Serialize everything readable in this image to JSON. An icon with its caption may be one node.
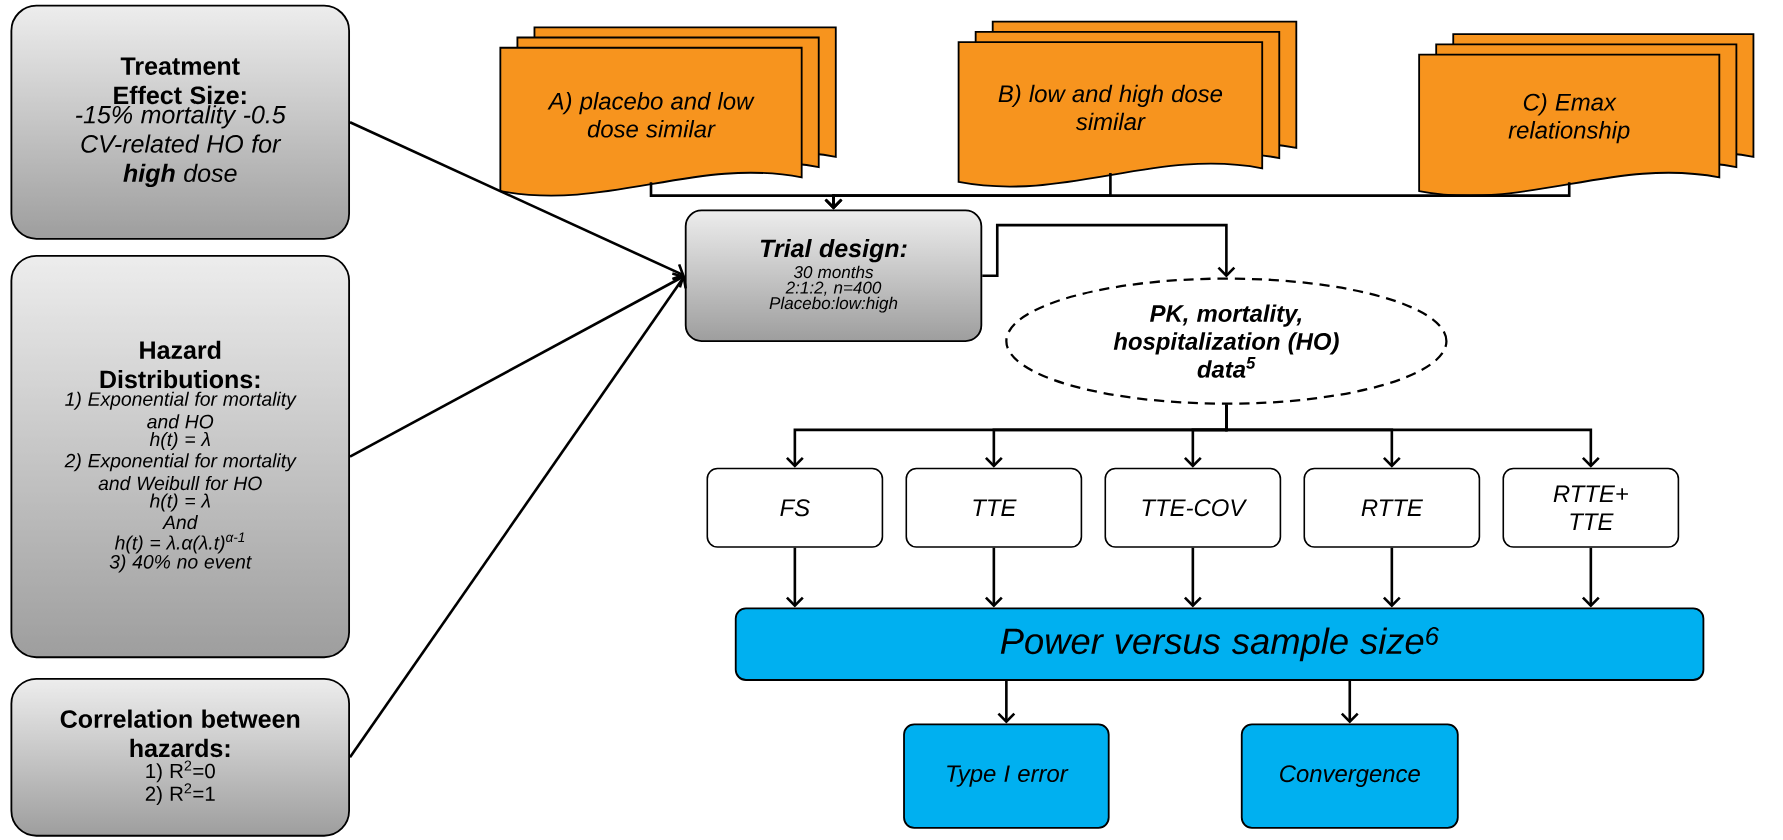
{
  "diagram": {
    "nodes": [
      {
        "text": [
          "Treatment Effect Size:",
          "-15% mortality -0.5 CV-related HO for **high** dose"
        ]
      },
      {
        "text": [
          "Hazard Distributions:",
          "1) Exponential for mortality and HO",
          "h(t) = λ",
          "2) Exponential for mortality and Weibull for HO",
          "h(t) = λ",
          "And",
          "h(t) = λ.α(λ.t)$^{α-1}$",
          "3) 40% no event"
        ]
      },
      {
        "text": [
          "Correlation between hazards:",
          "1) R$^{2}$=0",
          "2) R$^{2}$=1"
        ]
      },
      {
        "text": [
          "A) placebo and low dose similar"
        ]
      },
      {
        "text": [
          "B) low and high dose similar"
        ]
      },
      {
        "text": [
          "C) Emax relationship"
        ]
      },
      {
        "text": [
          "Trial design:",
          "30 months",
          "2:1:2, n=400",
          "Placebo:low:high"
        ]
      },
      {
        "text": [
          "PK, mortality, hospitalization (HO) data$^{5}$"
        ]
      },
      {
        "text": [
          "FS"
        ]
      },
      {
        "text": [
          "TTE"
        ]
      },
      {
        "text": [
          "TTE-COV"
        ]
      },
      {
        "text": [
          "RTTE"
        ]
      },
      {
        "text": [
          "RTTE+ TTE"
        ]
      },
      {
        "text": [
          "Power versus sample size$^{6}$"
        ]
      },
      {
        "text": [
          "Type I error"
        ]
      },
      {
        "text": [
          "Convergence"
        ]
      }
    ],
    "edges": [
      {
        "from": 0,
        "to": 6,
        "arrow": "to"
      },
      {
        "from": 1,
        "to": 6,
        "arrow": "to"
      },
      {
        "from": 2,
        "to": 6,
        "arrow": "to"
      },
      {
        "from": 3,
        "to": 6,
        "arrow": "to"
      },
      {
        "from": 4,
        "to": 6,
        "arrow": "to"
      },
      {
        "from": 5,
        "to": 6,
        "arrow": "to"
      },
      {
        "from": 6,
        "to": 7,
        "arrow": "to"
      },
      {
        "from": 7,
        "to": 8,
        "arrow": "to"
      },
      {
        "from": 7,
        "to": 9,
        "arrow": "to"
      },
      {
        "from": 7,
        "to": 10,
        "arrow": "to"
      },
      {
        "from": 7,
        "to": 11,
        "arrow": "to"
      },
      {
        "from": 7,
        "to": 12,
        "arrow": "to"
      },
      {
        "from": 8,
        "to": 13,
        "arrow": "to"
      },
      {
        "from": 9,
        "to": 13,
        "arrow": "to"
      },
      {
        "from": 10,
        "to": 13,
        "arrow": "to"
      },
      {
        "from": 11,
        "to": 13,
        "arrow": "to"
      },
      {
        "from": 12,
        "to": 13,
        "arrow": "to"
      },
      {
        "from": 13,
        "to": 14,
        "arrow": "to"
      },
      {
        "from": 13,
        "to": 15,
        "arrow": "to"
      }
    ]
  }
}
